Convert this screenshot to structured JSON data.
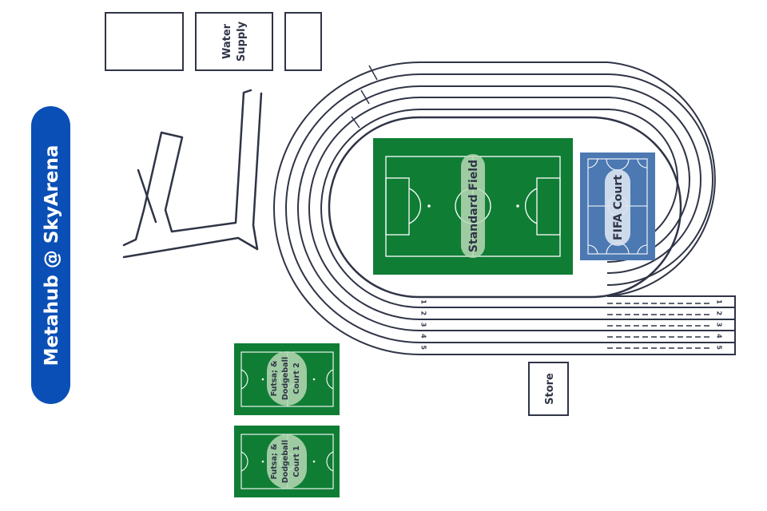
{
  "title": "Metahub @ SkyArena",
  "buildings": {
    "water_supply_line1": "Water",
    "water_supply_line2": "Supply",
    "store": "Store"
  },
  "fields": {
    "standard_field": "Standard Field",
    "fifa_court": "FIFA Court",
    "court2_line1": "Futsa; &",
    "court2_line2": "Dodgeball",
    "court2_line3": "Court 2",
    "court1_line1": "Futsa; &",
    "court1_line2": "Dodgeball",
    "court1_line3": "Court 1"
  },
  "lanes": [
    "1",
    "2",
    "3",
    "4",
    "5"
  ],
  "colors": {
    "title_bg": "#0a4fb5",
    "field_green": "#107d35",
    "fifa_blue": "#4c79b2",
    "label_pill": "#b7d8b5",
    "fifa_pill": "#dbe4f1",
    "outline": "#2f3446"
  }
}
